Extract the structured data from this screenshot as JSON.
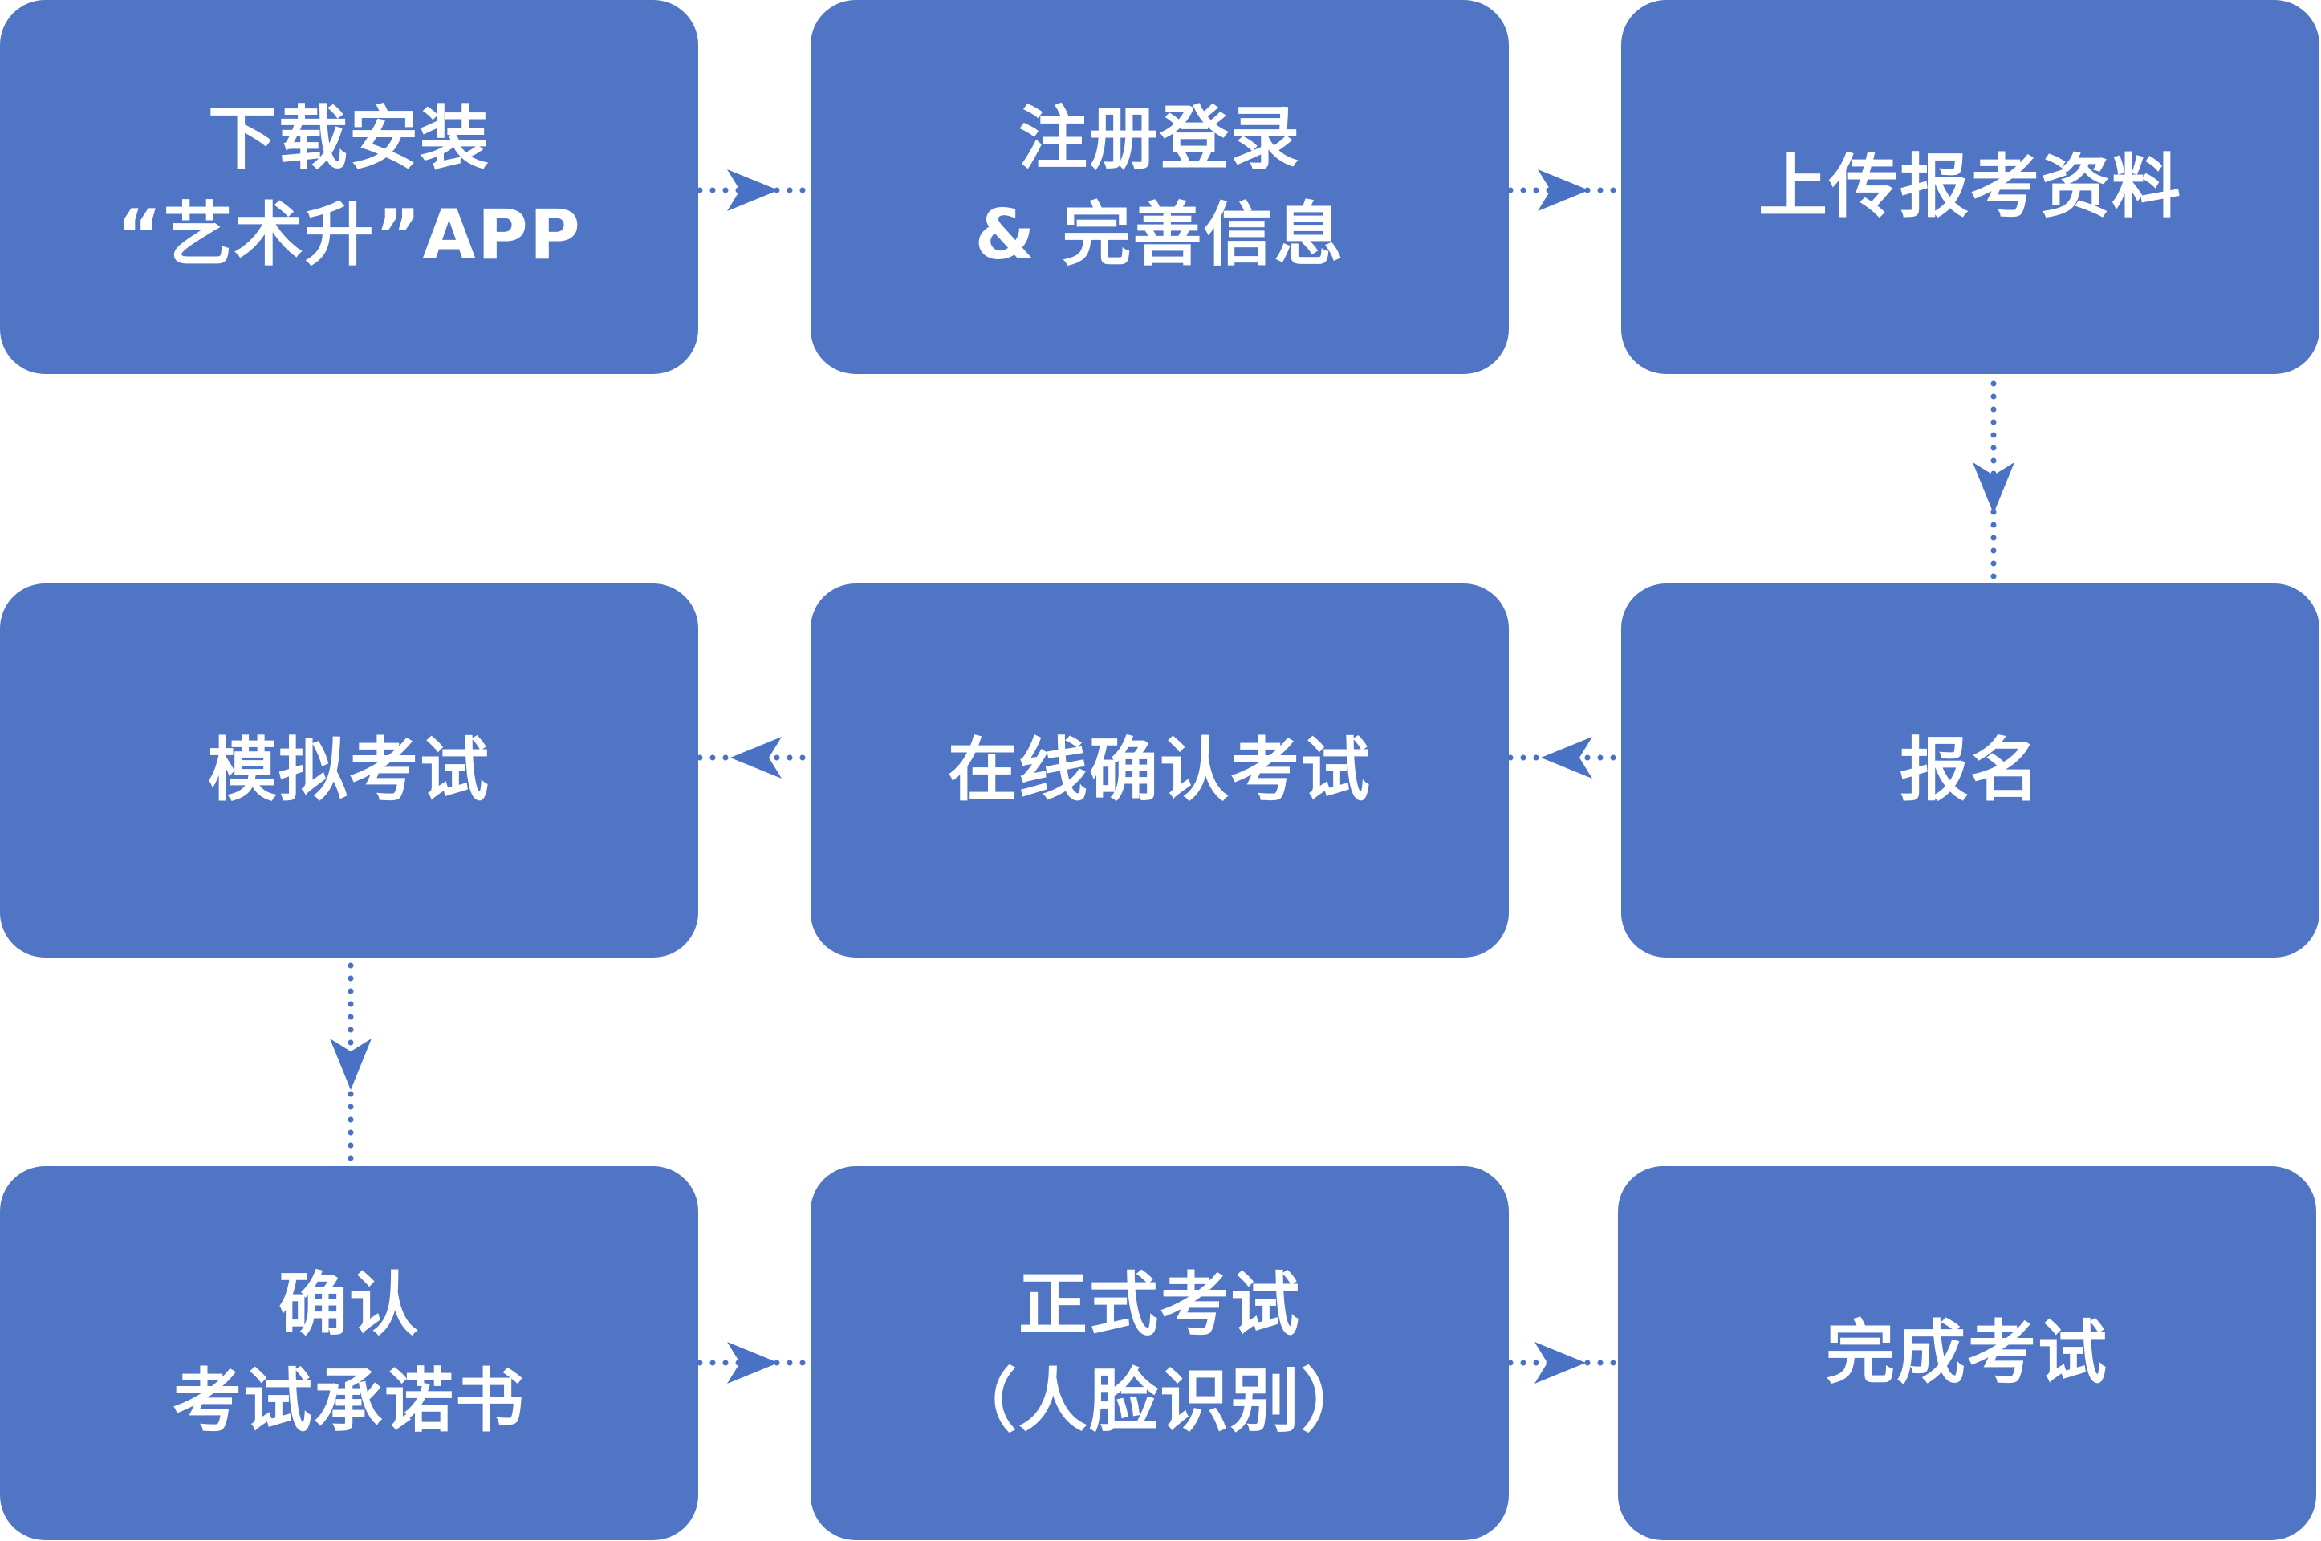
{
  "colors": {
    "box_fill": "#5175C5",
    "box_text": "#FFFFFF",
    "connector": "#4A72C4",
    "background": "#FFFFFF"
  },
  "steps": {
    "s1": {
      "line1": "下载安装",
      "line2": "“艺术升”APP"
    },
    "s2": {
      "line1": "注册登录",
      "line2": "& 完善信息"
    },
    "s3": {
      "line1": "上传报考资料"
    },
    "s4": {
      "line1": "报名"
    },
    "s5": {
      "line1": "在线确认考试"
    },
    "s6": {
      "line1": "模拟考试"
    },
    "s7": {
      "line1": "确认",
      "line2": "考试承诺书"
    },
    "s8": {
      "line1": "正式考试",
      "line2": "（人脸识别）"
    },
    "s9": {
      "line1": "完成考试"
    }
  },
  "flow": [
    {
      "from": "s1",
      "to": "s2",
      "direction": "right"
    },
    {
      "from": "s2",
      "to": "s3",
      "direction": "right"
    },
    {
      "from": "s3",
      "to": "s4",
      "direction": "down"
    },
    {
      "from": "s4",
      "to": "s5",
      "direction": "left"
    },
    {
      "from": "s5",
      "to": "s6",
      "direction": "left"
    },
    {
      "from": "s6",
      "to": "s7",
      "direction": "down"
    },
    {
      "from": "s7",
      "to": "s8",
      "direction": "right"
    },
    {
      "from": "s8",
      "to": "s9",
      "direction": "right"
    }
  ]
}
